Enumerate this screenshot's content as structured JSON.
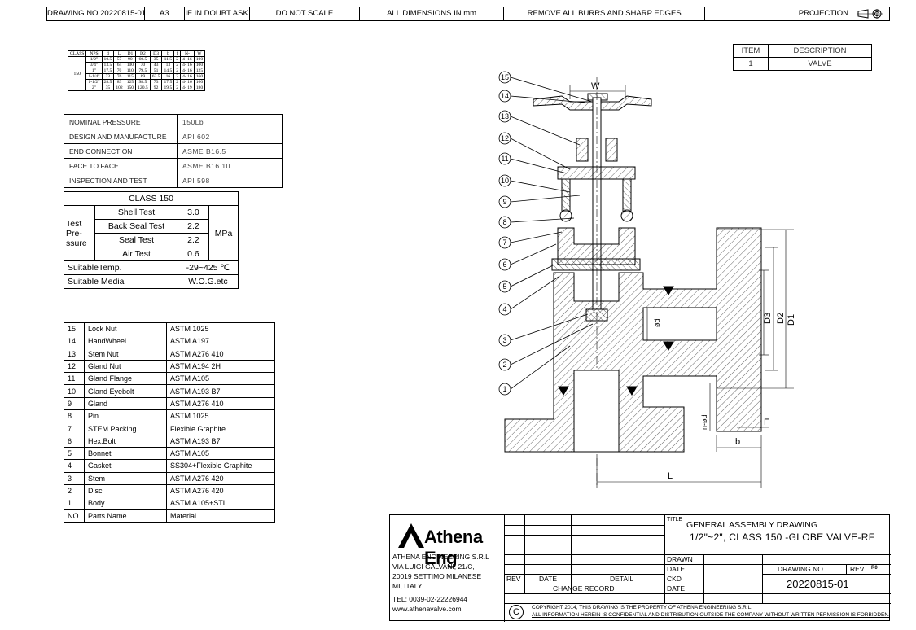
{
  "top_strip": {
    "drawing_no": "DRAWING NO  20220815-01",
    "size": "A3",
    "doubt": "IF IN DOUBT ASK",
    "scale": "DO NOT SCALE",
    "dimensions": "ALL DIMENSIONS IN mm",
    "burrs": "REMOVE ALL BURRS AND SHARP EDGES",
    "projection": "PROJECTION"
  },
  "dimension_table": {
    "headers": [
      "CLASS",
      "NPS",
      "d",
      "L",
      "D1",
      "D2",
      "D3",
      "b",
      "f",
      "N-",
      "W"
    ],
    "class_value": "150",
    "rows": [
      [
        "1/2\"",
        "10.5",
        "57",
        "90",
        "60.5",
        "35",
        "11.5",
        "2",
        "4- 16",
        "100"
      ],
      [
        "3/4\"",
        "13.5",
        "64",
        "100",
        "70",
        "43",
        "13",
        "2",
        "4- 16",
        "100"
      ],
      [
        "1\"",
        "17.5",
        "70",
        "110",
        "79.5",
        "51",
        "14.5",
        "2",
        "4- 16",
        "125"
      ],
      [
        "1-1/4\"",
        "23",
        "76",
        "115",
        "89",
        "63.5",
        "16",
        "2",
        "4- 16",
        "160"
      ],
      [
        "1-1/2\"",
        "28.5",
        "83",
        "125",
        "98.5",
        "73",
        "17.5",
        "2",
        "4- 16",
        "160"
      ],
      [
        "2\"",
        "35",
        "102",
        "150",
        "120.5",
        "92",
        "19.5",
        "2",
        "4- 19",
        "180"
      ]
    ]
  },
  "standards": [
    {
      "label": "NOMINAL PRESSURE",
      "value": "150Lb"
    },
    {
      "label": "DESIGN AND MANUFACTURE",
      "value": "API 602"
    },
    {
      "label": "END CONNECTION",
      "value": "ASME B16.5"
    },
    {
      "label": "FACE TO FACE",
      "value": "ASME B16.10"
    },
    {
      "label": "INSPECTION AND TEST",
      "value": "API 598"
    }
  ],
  "class_table": {
    "title": "CLASS 150",
    "group_label": "Test Pre- ssure",
    "tests": [
      {
        "name": "Shell Test",
        "value": "3.0"
      },
      {
        "name": "Back Seal Test",
        "value": "2.2"
      },
      {
        "name": "Seal Test",
        "value": "2.2"
      },
      {
        "name": "Air Test",
        "value": "0.6"
      }
    ],
    "unit": "MPa",
    "temp_label": "SuitableTemp.",
    "temp_value": "-29~425 ℃",
    "media_label": "Suitable Media",
    "media_value": "W.O.G.etc"
  },
  "parts": [
    {
      "no": "15",
      "name": "Lock Nut",
      "material": "ASTM 1025"
    },
    {
      "no": "14",
      "name": "HandWheel",
      "material": "ASTM A197"
    },
    {
      "no": "13",
      "name": "Stem Nut",
      "material": "ASTM A276 410"
    },
    {
      "no": "12",
      "name": "Gland Nut",
      "material": "ASTM A194 2H"
    },
    {
      "no": "11",
      "name": "Gland Flange",
      "material": "ASTM A105"
    },
    {
      "no": "10",
      "name": "Gland Eyebolt",
      "material": "ASTM A193 B7"
    },
    {
      "no": "9",
      "name": "Gland",
      "material": "ASTM A276 410"
    },
    {
      "no": "8",
      "name": "Pin",
      "material": "ASTM 1025"
    },
    {
      "no": "7",
      "name": "STEM Packing",
      "material": "Flexible Graphite"
    },
    {
      "no": "6",
      "name": "Hex.Bolt",
      "material": "ASTM A193 B7"
    },
    {
      "no": "5",
      "name": "Bonnet",
      "material": "ASTM A105"
    },
    {
      "no": "4",
      "name": "Gasket",
      "material": "SS304+Flexible Graphite"
    },
    {
      "no": "3",
      "name": "Stem",
      "material": "ASTM A276 420"
    },
    {
      "no": "2",
      "name": "Disc",
      "material": "ASTM A276 420"
    },
    {
      "no": "1",
      "name": "Body",
      "material": "ASTM A105+STL"
    }
  ],
  "parts_header": {
    "no": "NO.",
    "name": "Parts Name",
    "material": "Material"
  },
  "item_table": {
    "headers": [
      "ITEM",
      "DESCRIPTION"
    ],
    "row": [
      "1",
      "VALVE"
    ]
  },
  "drawing": {
    "balloons": [
      "15",
      "14",
      "13",
      "12",
      "11",
      "10",
      "9",
      "8",
      "7",
      "6",
      "5",
      "4",
      "3",
      "2",
      "1"
    ],
    "dim_labels": {
      "W": "W",
      "L": "L",
      "D1": "D1",
      "D2": "D2",
      "D3": "D3",
      "d": "ød",
      "b": "b",
      "f": "F",
      "n": "n-ød"
    }
  },
  "title_block": {
    "logo": "Athena Eng",
    "company": "ATHENA ENGINEERING S.R.L",
    "address1": "VIA LUIGI GALVANI, 21/C,",
    "address2": "20019 SETTIMO MILANESE",
    "address3": "MI, ITALY",
    "tel": "TEL: 0039-02-22226944",
    "web": "www.athenavalve.com",
    "title_label": "TITLE",
    "title1": "GENERAL ASSEMBLY DRAWING",
    "title2": "1/2\"~2\", CLASS 150 -GLOBE VALVE-RF",
    "rev": "REV",
    "date": "DATE",
    "detail": "DETAIL",
    "change_record": "CHANGE RECORD",
    "drawn": "DRAWN",
    "date2": "DATE",
    "ckd": "CKD",
    "date3": "DATE",
    "drawing_no_label": "DRAWING NO",
    "rev_label": "REV",
    "rev_value": "R0",
    "drawing_no": "20220815-01",
    "copyright_symbol": "C",
    "copyright1": "COPYRIGHT 2014, THIS DRAWING IS THE PROPERTY OF ATHENA ENGINEERING S.R.L.",
    "copyright2": "ALL INFORMATION HEREIN IS CONFIDENTIAL AND DISTRIBUTION OUTSIDE THE COMPANY WITHOUT WRITTEN PERMISSION IS FORBIDDEN."
  }
}
